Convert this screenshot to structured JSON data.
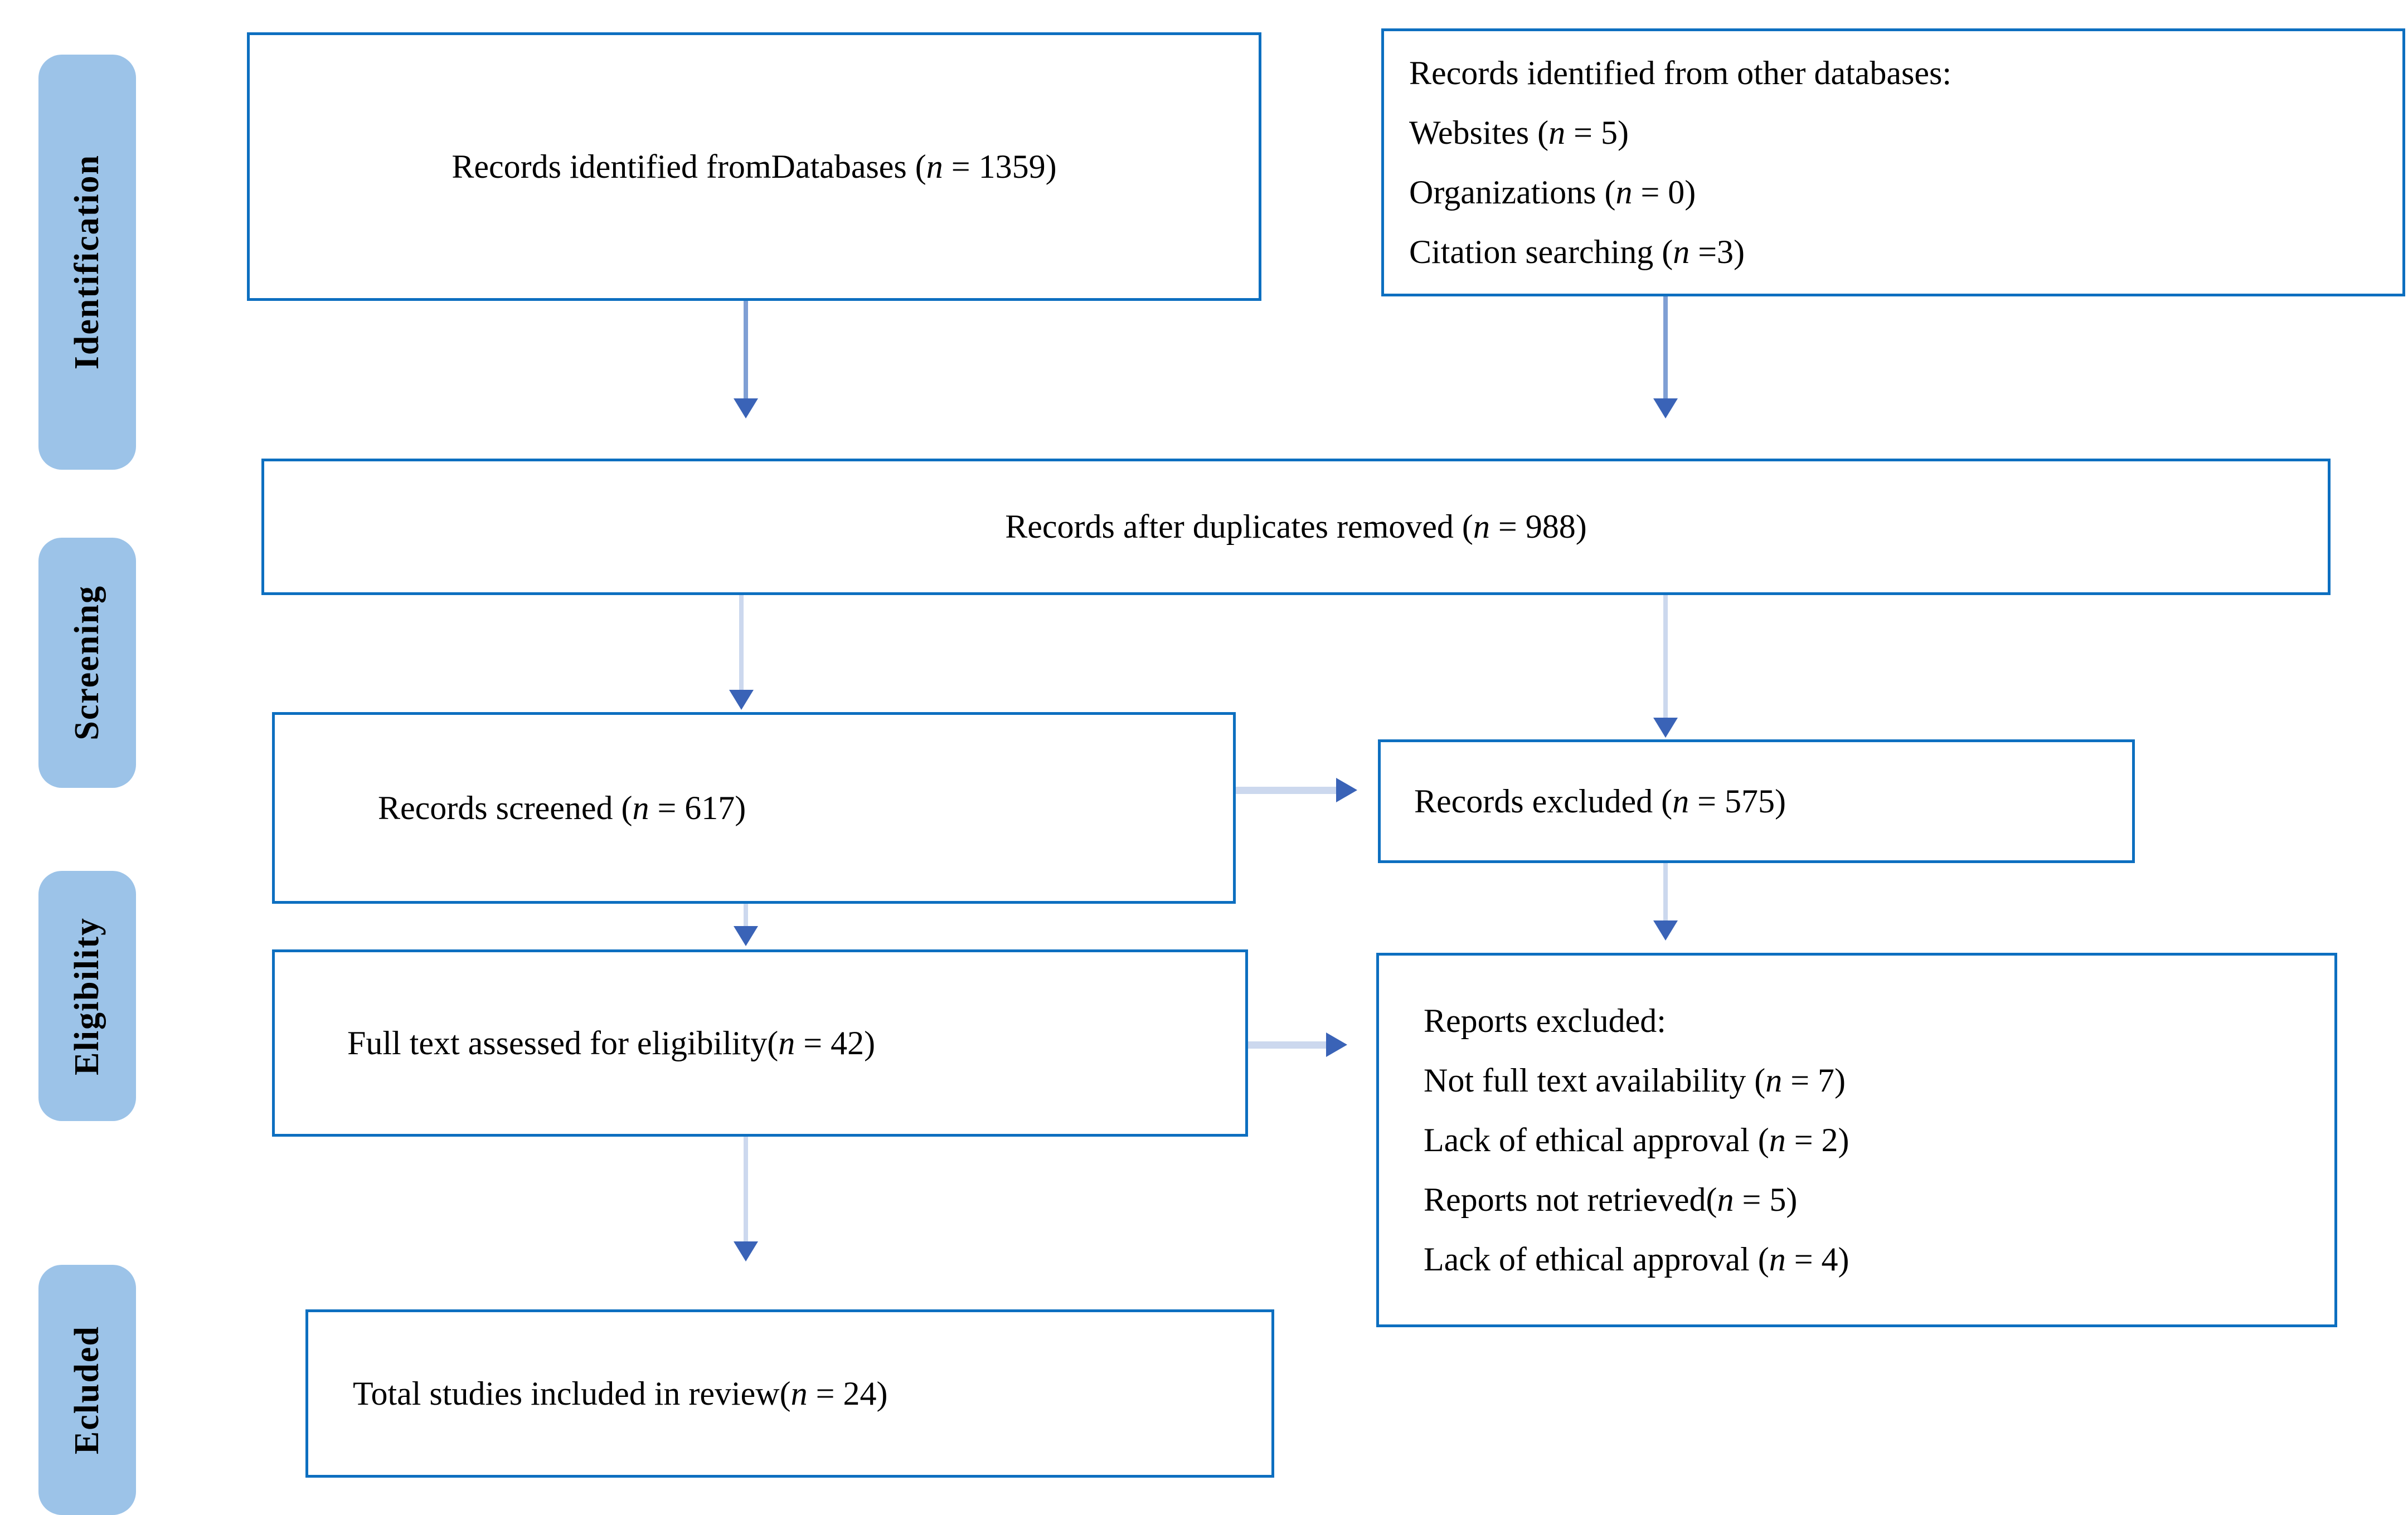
{
  "colors": {
    "box_border": "#0d6fc0",
    "sidebar_fill": "#9cc3e8",
    "arrow_line_medium": "#7f9fd4",
    "arrow_line_light": "#ccd8ee",
    "arrow_head": "#3a63b7",
    "text": "#000000"
  },
  "sidebar": {
    "items": [
      {
        "label": "Identification"
      },
      {
        "label": "Screening"
      },
      {
        "label": "Eligibility"
      },
      {
        "label": "Ecluded"
      }
    ]
  },
  "boxes": {
    "identified_databases": {
      "text": "Records identified fromDatabases (n = 1359)"
    },
    "identified_other": {
      "lines": [
        "Records identified from other databases:",
        "Websites (n = 5)",
        "Organizations (n = 0)",
        "Citation searching (n =3)"
      ]
    },
    "duplicates_removed": {
      "text": "Records after duplicates removed (n = 988)"
    },
    "records_screened": {
      "text": "Records screened (n = 617)"
    },
    "records_excluded": {
      "text": "Records excluded (n = 575)"
    },
    "full_text_assessed": {
      "text": "Full text assessed for eligibility(n = 42)"
    },
    "reports_excluded": {
      "lines": [
        "Reports excluded:",
        "Not full text availability (n = 7)",
        "Lack of ethical approval (n = 2)",
        "Reports not retrieved(n = 5)",
        "Lack of ethical approval (n = 4)"
      ]
    },
    "total_included": {
      "text": "Total studies included in review(n = 24)"
    }
  }
}
